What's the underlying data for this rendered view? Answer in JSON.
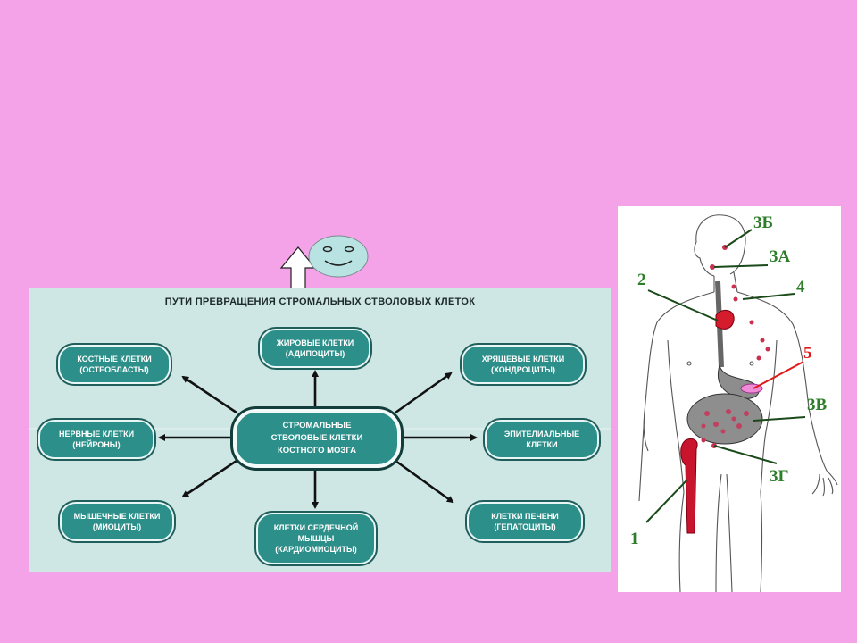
{
  "diagram": {
    "title": "ПУТИ ПРЕВРАЩЕНИЯ СТРОМАЛЬНЫХ СТВОЛОВЫХ КЛЕТОК",
    "center": [
      "СТРОМАЛЬНЫЕ",
      "СТВОЛОВЫЕ КЛЕТКИ",
      "КОСТНОГО МОЗГА"
    ],
    "nodes": {
      "bone": [
        "КОСТНЫЕ КЛЕТКИ",
        "(ОСТЕОБЛАСТЫ)"
      ],
      "fat": [
        "ЖИРОВЫЕ КЛЕТКИ",
        "(АДИПОЦИТЫ)"
      ],
      "cartilage": [
        "ХРЯЩЕВЫЕ КЛЕТКИ",
        "(ХОНДРОЦИТЫ)"
      ],
      "nerve": [
        "НЕРВНЫЕ КЛЕТКИ",
        "(НЕЙРОНЫ)"
      ],
      "epithelial": [
        "ЭПИТЕЛИАЛЬНЫЕ",
        "КЛЕТКИ"
      ],
      "muscle": [
        "МЫШЕЧНЫЕ КЛЕТКИ",
        "(МИОЦИТЫ)"
      ],
      "cardiac": [
        "КЛЕТКИ СЕРДЕЧНОЙ",
        "МЫШЦЫ",
        "(КАРДИОМИОЦИТЫ)"
      ],
      "liver": [
        "КЛЕТКИ ПЕЧЕНИ",
        "(ГЕПАТОЦИТЫ)"
      ]
    }
  },
  "body_labels": {
    "l1": "1",
    "l2": "2",
    "l3a": "3А",
    "l3b": "3Б",
    "l3v": "3В",
    "l3g": "3Г",
    "l4": "4",
    "l5": "5"
  },
  "colors": {
    "background": "#f4a3e9",
    "panel": "#cfe7e4",
    "node": "#2d8f89",
    "label_green": "#2e7d2a",
    "label_red": "#e01818",
    "smiley": "#b9e3e2"
  },
  "icons": [
    "smiley-face-icon",
    "up-arrow-icon",
    "human-body-figure"
  ]
}
